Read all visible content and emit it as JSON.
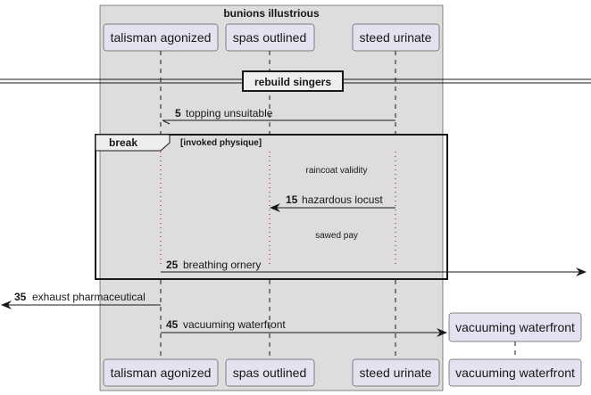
{
  "diagram": {
    "type": "sequence",
    "box": {
      "title": "bunions illustrious",
      "fill": "#DDDDDD"
    },
    "participants": [
      {
        "id": "p1",
        "label": "talisman agonized"
      },
      {
        "id": "p2",
        "label": "spas outlined"
      },
      {
        "id": "p3",
        "label": "steed urinate"
      },
      {
        "id": "p4",
        "label": "vacuuming waterfront"
      }
    ],
    "divider": {
      "label": "rebuild singers"
    },
    "group": {
      "kind": "break",
      "condition": "[invoked physique]"
    },
    "notes": [
      {
        "text": "raincoat validity"
      },
      {
        "text": "sawed pay"
      }
    ],
    "messages": [
      {
        "num": "5",
        "text": "topping unsuitable"
      },
      {
        "num": "15",
        "text": "hazardous locust"
      },
      {
        "num": "25",
        "text": "breathing ornery"
      },
      {
        "num": "35",
        "text": "exhaust pharmaceutical"
      },
      {
        "num": "45",
        "text": "vacuuming waterfront"
      }
    ],
    "colors": {
      "participant_fill": "#E2E2F0",
      "participant_border": "#181818",
      "lifeline": "#181818",
      "lifeline_dotted": "#A80036",
      "background": "#FFFFFF"
    }
  }
}
